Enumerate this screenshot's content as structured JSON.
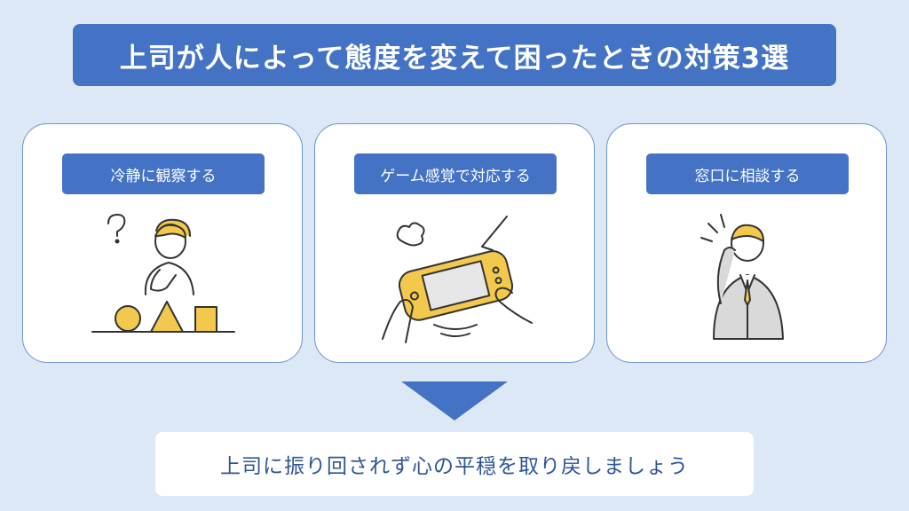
{
  "title": "上司が人によって態度を変えて困ったときの対策3選",
  "cards": [
    {
      "label": "冷静に観察する",
      "illustration": "thinking-person-icon"
    },
    {
      "label": "ゲーム感覚で対応する",
      "illustration": "handheld-game-icon"
    },
    {
      "label": "窓口に相談する",
      "illustration": "businessman-icon"
    }
  ],
  "conclusion": "上司に振り回されず心の平穏を取り戻しましょう",
  "colors": {
    "background": "#dce8f5",
    "accent": "#4472c4",
    "illustration_yellow": "#f2c94c",
    "conclusion_text": "#2f5597"
  }
}
